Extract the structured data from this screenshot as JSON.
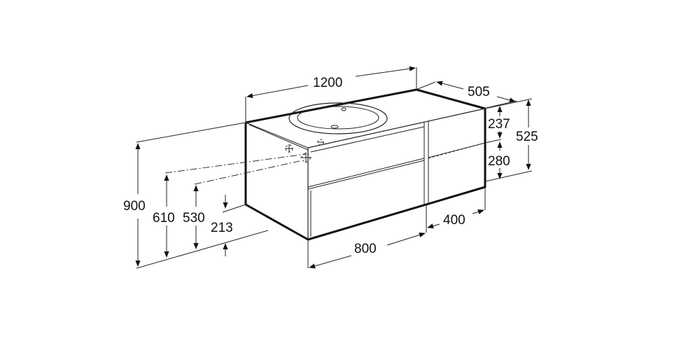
{
  "dimensions": {
    "width_total": "1200",
    "depth": "505",
    "height_total": "900",
    "drain_height": "610",
    "supply_height": "530",
    "plinth_height": "213",
    "front_width_drawers": "800",
    "front_width_cabinet": "400",
    "side_height_top": "237",
    "side_height_bottom": "280",
    "side_height_total": "525"
  },
  "colors": {
    "line": "#111111",
    "background": "#ffffff"
  }
}
